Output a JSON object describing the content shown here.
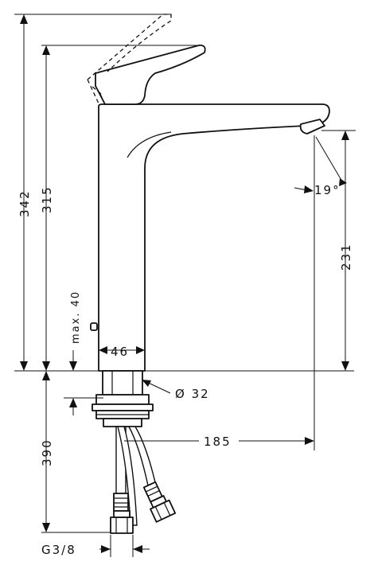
{
  "dimensions": {
    "overall_height": "342",
    "spout_height": "315",
    "popup_max": "max. 40",
    "body_diameter": "46",
    "thread_diameter": "Ø 32",
    "spout_outlet_height": "231",
    "spout_angle": "19°",
    "spout_reach": "185",
    "hose_length": "390",
    "connection_thread": "G3/8"
  }
}
